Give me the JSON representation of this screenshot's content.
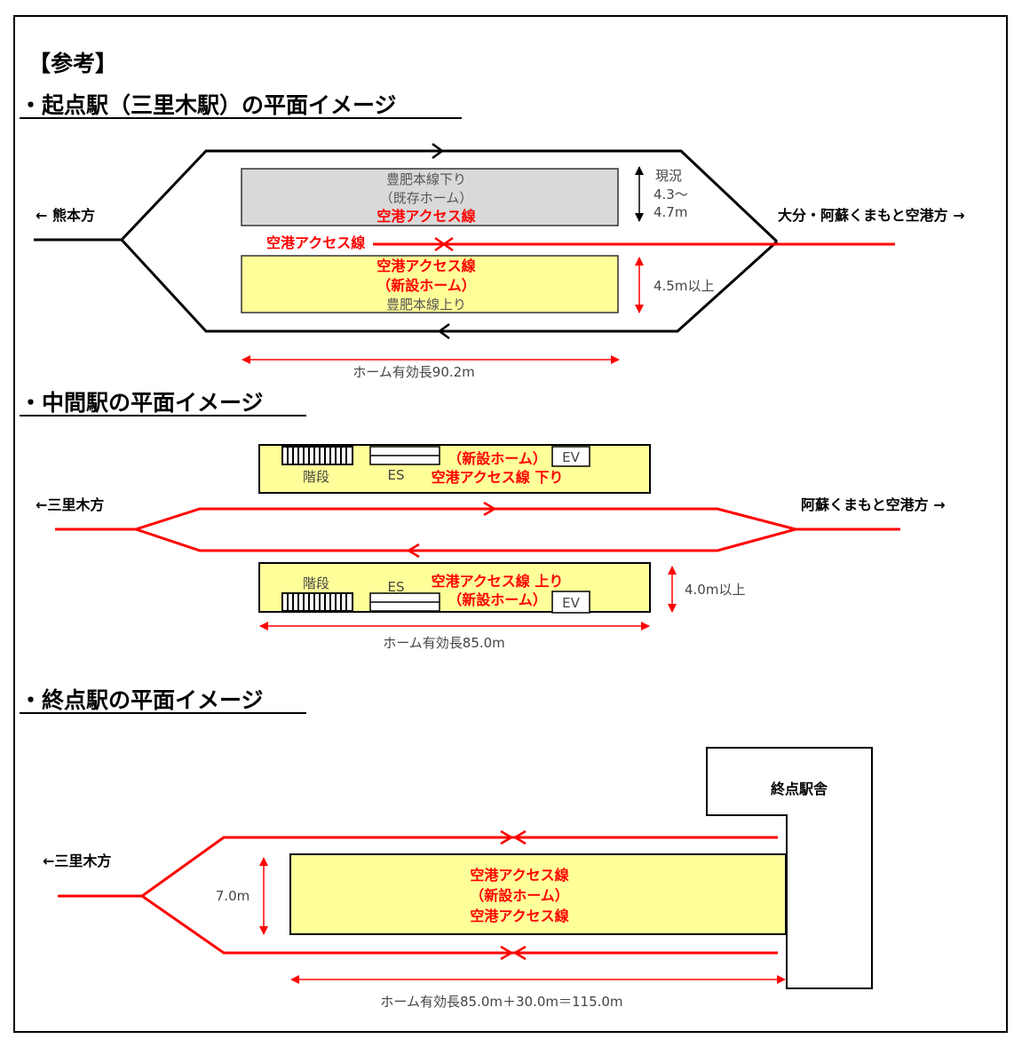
{
  "title": "【参考】",
  "section1": {
    "heading": "・起点駅（三里木駅）の平面イメージ",
    "left_direction": "← 熊本方",
    "right_direction": "大分・阿蘇くまもと空港方 →",
    "existing_platform": [
      "豊肥本線下り",
      "（既存ホーム）",
      "空港アクセス線"
    ],
    "access_line_label": "空港アクセス線",
    "new_platform": [
      "空港アクセス線",
      "（新設ホーム）",
      "豊肥本線上り"
    ],
    "current_width": [
      "現況",
      "4.3～",
      "4.7m"
    ],
    "new_width": "4.5m以上",
    "platform_length": "ホーム有効長90.2m"
  },
  "section2": {
    "heading": "・中間駅の平面イメージ",
    "left_direction": "←三里木方",
    "right_direction": "阿蘇くまもと空港方 →",
    "top_platform": {
      "stairs": "階段",
      "es": "ES",
      "ev": "EV",
      "line1": "（新設ホーム）",
      "line2": "空港アクセス線 下り"
    },
    "bottom_platform": {
      "stairs": "階段",
      "es": "ES",
      "ev": "EV",
      "line1": "空港アクセス線 上り",
      "line2": "（新設ホーム）"
    },
    "width": "4.0m以上",
    "platform_length": "ホーム有効長85.0m"
  },
  "section3": {
    "heading": "・終点駅の平面イメージ",
    "left_direction": "←三里木方",
    "station_building": "終点駅舎",
    "platform": [
      "空港アクセス線",
      "（新設ホーム）",
      "空港アクセス線"
    ],
    "width": "7.0m",
    "platform_length": "ホーム有効長85.0m＋30.0m＝115.0m"
  },
  "colors": {
    "track_red": "#ff0000",
    "platform_yellow": "#ffff99",
    "platform_grey": "#d9d9d9"
  }
}
